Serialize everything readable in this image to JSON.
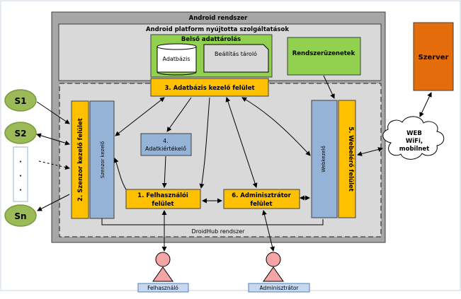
{
  "title_outer": "Android rendszer",
  "platform_services": "Android platform nyújtotta szolgáltatások",
  "internal_storage": "Belső adattárolás",
  "database": "Adatbázis",
  "settings_store": "Beállítás tároló",
  "system_messages": "Rendszerüzenetek",
  "server": "Szerver",
  "db_interface": "3. Adatbázis kezelő felület",
  "data_evaluator_line1": "4.",
  "data_evaluator_line2": "Adatkiértékelő",
  "sensor_interface": "2. Szenzor kezelő felület",
  "sensor_manager": "Szenzor kezelő",
  "user_interface_line1": "1. Felhasználói",
  "user_interface_line2": "felület",
  "admin_interface_line1": "6. Adminisztrátor",
  "admin_interface_line2": "felület",
  "web_manager": "Webkezelő",
  "web_interface": "5. Webelérő felület",
  "droidhub": "DroidHub rendszer",
  "cloud_line1": "WEB",
  "cloud_line2": "WiFi,",
  "cloud_line3": "mobilnet",
  "sensors": [
    "S1",
    "S2",
    "Sn"
  ],
  "dots": [
    "·",
    "·",
    "·"
  ],
  "actor_user": "Felhasználó",
  "actor_admin": "Adminisztrátor",
  "colors": {
    "yellow": "#ffc000",
    "blue_gray": "#95b3d7",
    "green": "#92d050",
    "orange": "#e46c0a",
    "sensor_green": "#9bbb59",
    "gray_outer": "#a6a6a6",
    "gray_inner": "#d9d9d9"
  }
}
